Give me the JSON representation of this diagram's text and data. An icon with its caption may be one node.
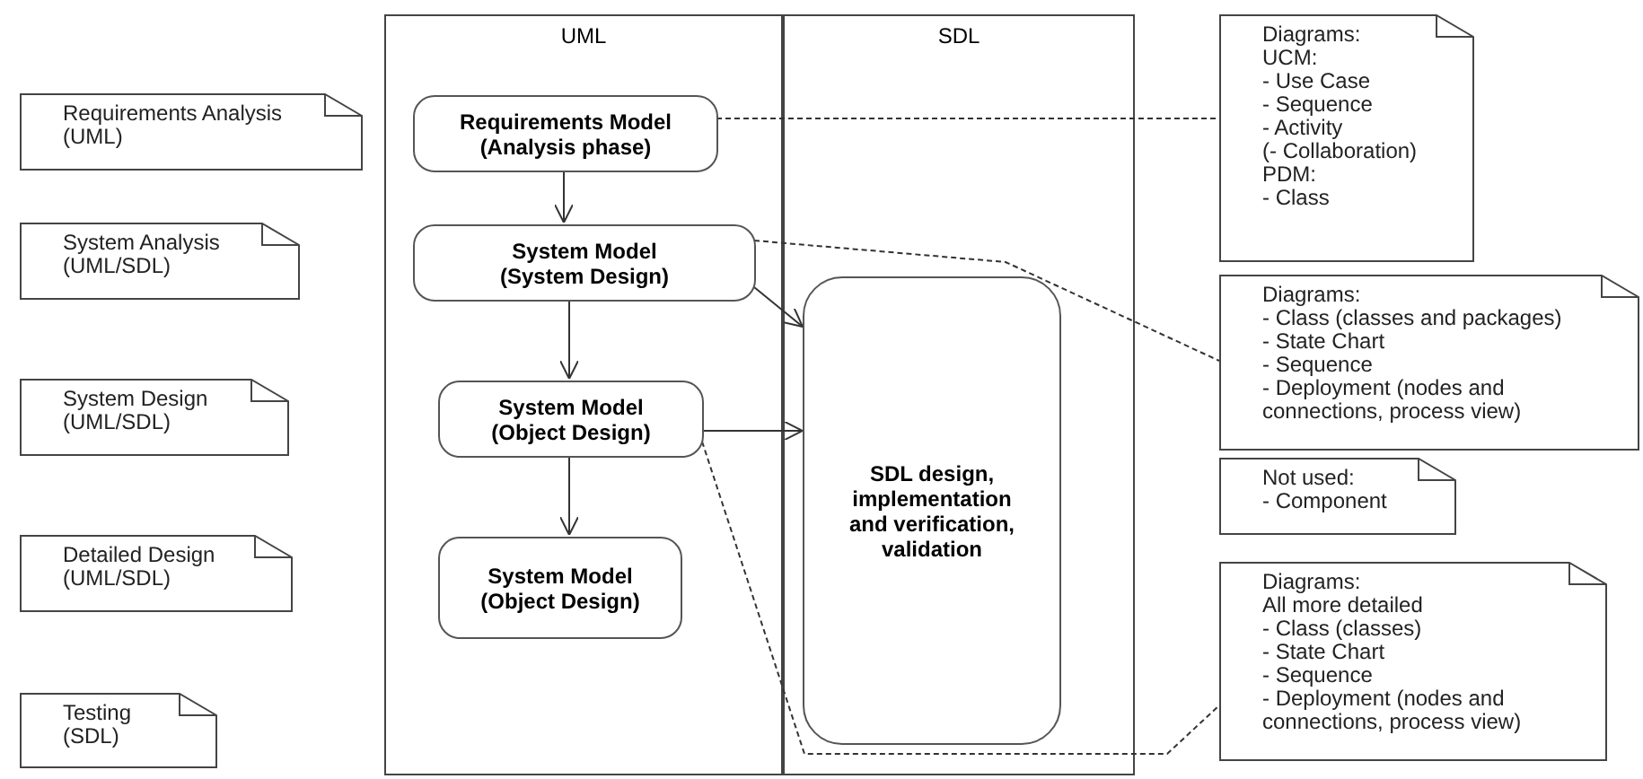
{
  "diagram": {
    "nodes": [
      {
        "text": [
          "Requirements Analysis (UML)"
        ]
      },
      {
        "text": [
          "System Analysis (UML/SDL)"
        ]
      },
      {
        "text": [
          "System Design (UML/SDL)"
        ]
      },
      {
        "text": [
          "Detailed Design (UML/SDL)"
        ]
      },
      {
        "text": [
          "Testing (SDL)"
        ]
      },
      {
        "text": [
          "UML"
        ]
      },
      {
        "text": [
          "SDL"
        ]
      },
      {
        "text": [
          "Requirements Model (Analysis phase)"
        ],
        "in": 5
      },
      {
        "text": [
          "System Model (System Design)"
        ],
        "in": 5
      },
      {
        "text": [
          "System Model (Object Design)"
        ],
        "in": 5
      },
      {
        "text": [
          "System Model (Object Design)"
        ],
        "in": 5
      },
      {
        "text": [
          "SDL design, implementation and verification, validation"
        ],
        "in": 6
      },
      {
        "text": [
          "Diagrams:",
          "UCM:",
          "- Use Case",
          "- Sequence",
          "- Activity",
          "(- Collaboration)",
          "PDM:",
          "- Class"
        ]
      },
      {
        "text": [
          "Diagrams:",
          "- Class (classes and packages)",
          "- State Chart",
          "- Sequence",
          "- Deployment (nodes and connections, process view)"
        ]
      },
      {
        "text": [
          "Not used:",
          "- Component"
        ]
      },
      {
        "text": [
          "Diagrams:",
          "All more detailed",
          "- Class (classes)",
          "- State Chart",
          "- Sequence",
          "- Deployment (nodes and connections, process view)"
        ]
      }
    ],
    "edges": [
      {
        "from": 7,
        "to": 8,
        "arrow": "to"
      },
      {
        "from": 8,
        "to": 9,
        "arrow": "to"
      },
      {
        "from": 9,
        "to": 10,
        "arrow": "to"
      },
      {
        "from": 8,
        "to": 11,
        "arrow": "to"
      },
      {
        "from": 9,
        "to": 11,
        "arrow": "to"
      },
      {
        "from": 7,
        "to": 12,
        "arrow": "none",
        "style": "dashed"
      },
      {
        "from": 8,
        "to": 13,
        "arrow": "none",
        "style": "dashed"
      },
      {
        "from": 9,
        "to": 15,
        "arrow": "none",
        "style": "dashed"
      }
    ]
  }
}
